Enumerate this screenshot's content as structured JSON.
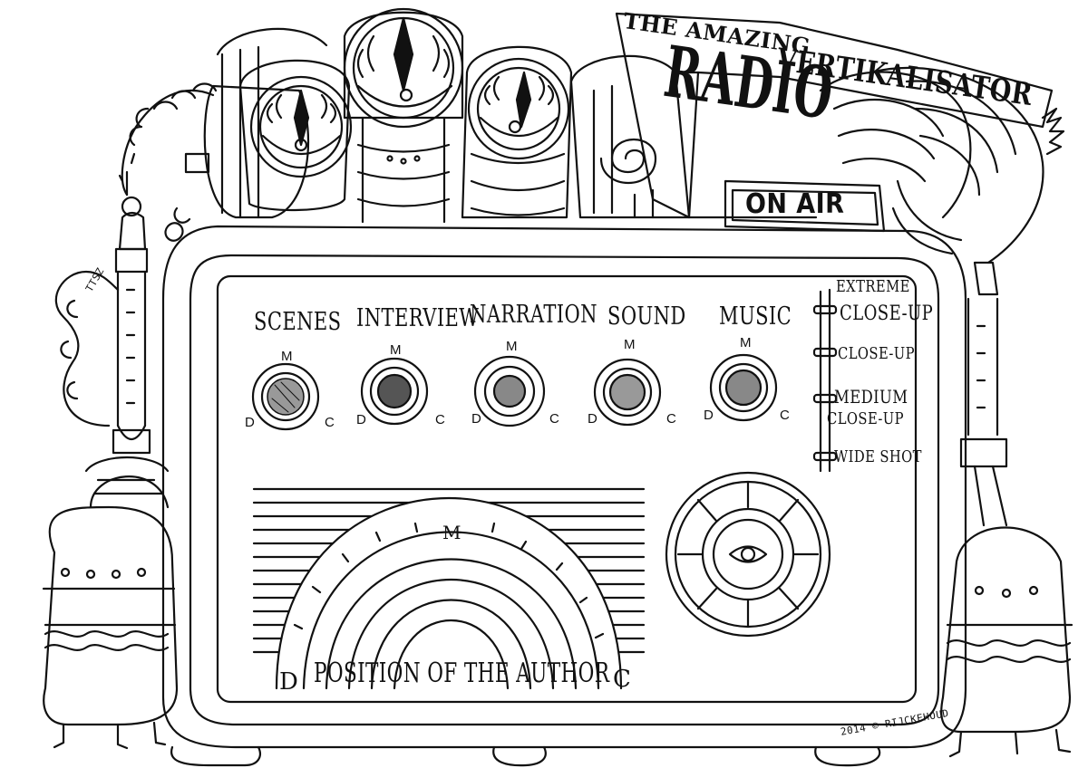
{
  "title": {
    "line1": "THE AMAZING",
    "radio": "RADIO",
    "vertikalisator": "VERTIKALISATOR"
  },
  "on_air": "ON AIR",
  "knobs": [
    {
      "label": "SCENES",
      "top": "M",
      "left": "D",
      "right": "C"
    },
    {
      "label": "INTERVIEW",
      "top": "M",
      "left": "D",
      "right": "C"
    },
    {
      "label": "NARRATION",
      "top": "M",
      "left": "D",
      "right": "C"
    },
    {
      "label": "SOUND",
      "top": "M",
      "left": "D",
      "right": "C"
    },
    {
      "label": "MUSIC",
      "top": "M",
      "left": "D",
      "right": "C"
    }
  ],
  "shot_scale": {
    "extreme_line1": "EXTREME",
    "extreme_line2": "CLOSE-UP",
    "close_up": "CLOSE-UP",
    "medium_line1": "MEDIUM",
    "medium_line2": "CLOSE-UP",
    "wide": "WIDE SHOT"
  },
  "dial": {
    "top": "M",
    "left": "D",
    "right": "C",
    "caption": "POSITION OF THE AUTHOR"
  },
  "signature": "2014 © RIJCKEHOUD",
  "spark_text": "TTSZ"
}
